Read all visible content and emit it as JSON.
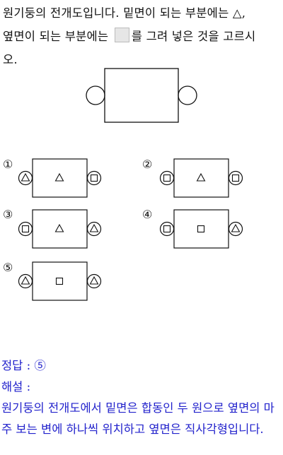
{
  "question": {
    "line1": "원기둥의 전개도입니다. 밑면이 되는 부분에는 △,",
    "line2_before": "옆면이 되는 부분에는",
    "line2_after": "를 그려 넣은 것을 고르시",
    "line3": "오."
  },
  "options": [
    {
      "label": "①",
      "left_mark": "triangle",
      "center_mark": "triangle",
      "right_mark": "square"
    },
    {
      "label": "②",
      "left_mark": "square",
      "center_mark": "triangle",
      "right_mark": "square"
    },
    {
      "label": "③",
      "left_mark": "square",
      "center_mark": "triangle",
      "right_mark": "triangle"
    },
    {
      "label": "④",
      "left_mark": "square",
      "center_mark": "square",
      "right_mark": "triangle"
    },
    {
      "label": "⑤",
      "left_mark": "triangle",
      "center_mark": "square",
      "right_mark": "triangle"
    }
  ],
  "answer": {
    "answer_line": "정답 : ⑤",
    "explanation_label": "해설 :",
    "explanation_text": "원기둥의 전개도에서 밑면은 합동인 두 원으로 옆면의 마주 보는 변에 하나씩 위치하고 옆면은 직사각형입니다."
  },
  "colors": {
    "text": "#111111",
    "answer": "#2222cc",
    "inline_square": "#e6e6e6"
  }
}
